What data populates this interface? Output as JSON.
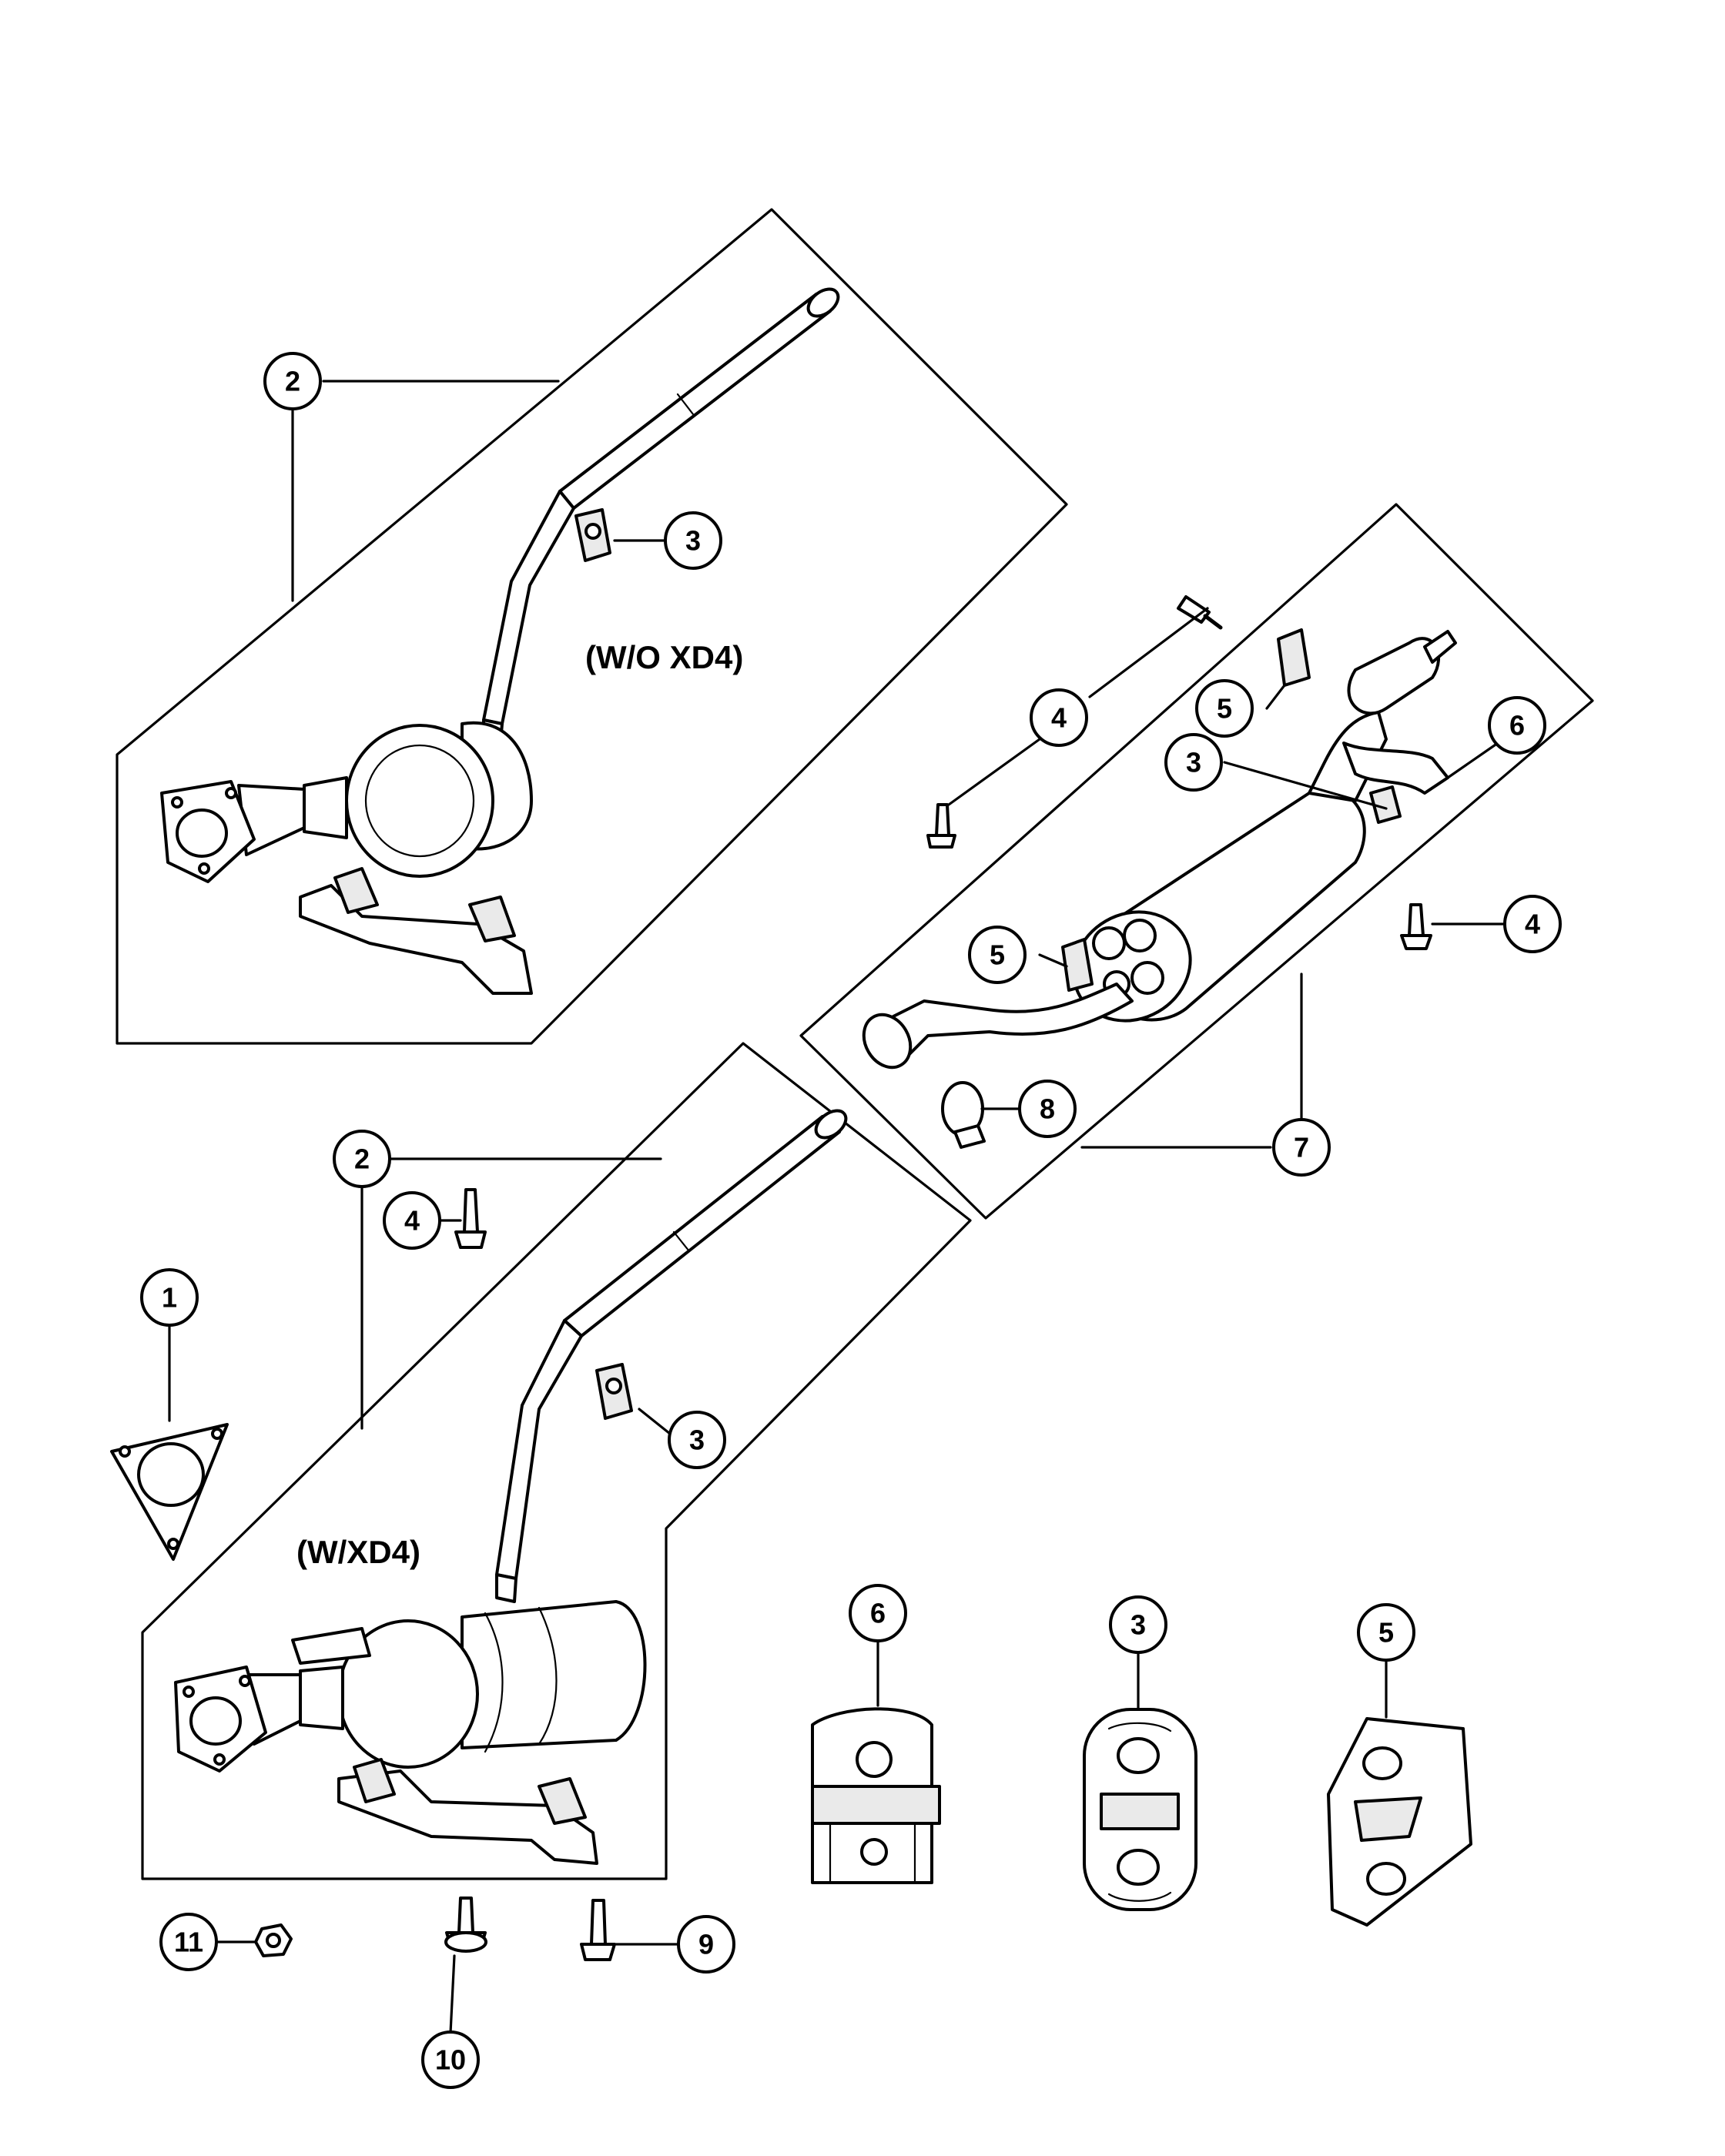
{
  "labels": {
    "without_xd4": "(W/O XD4)",
    "with_xd4": "(W/XD4)"
  },
  "callouts": {
    "c2_top": "2",
    "c3_top": "3",
    "c4_a": "4",
    "c5_a": "5",
    "c6_a": "6",
    "c3_mid": "3",
    "c4_b": "4",
    "c5_b": "5",
    "c8": "8",
    "c7": "7",
    "c2_low": "2",
    "c4_c": "4",
    "c1": "1",
    "c3_low": "3",
    "c6_detail": "6",
    "c3_detail": "3",
    "c5_detail": "5",
    "c11": "11",
    "c9": "9",
    "c10": "10"
  },
  "icons": [
    "exhaust-pipe-icon",
    "catalytic-converter-icon",
    "muffler-icon",
    "gasket-icon",
    "bolt-icon",
    "nut-icon",
    "clamp-icon",
    "hanger-isolator-icon"
  ]
}
